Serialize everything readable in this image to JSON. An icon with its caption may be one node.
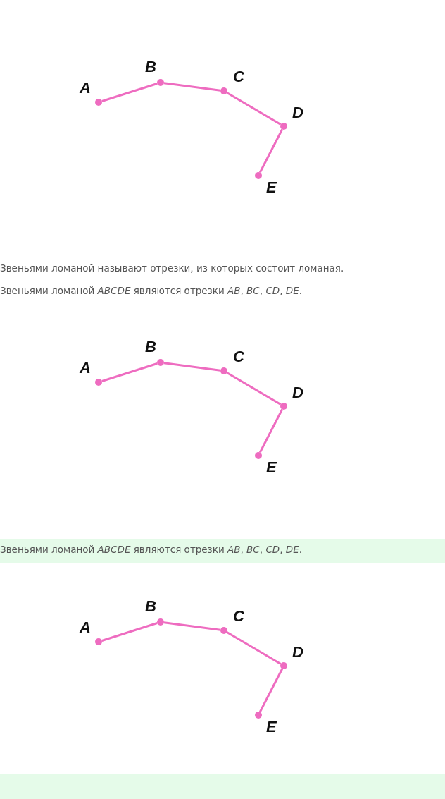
{
  "diagram": {
    "nodes": [
      {
        "text": [],
        "shape": "circle",
        "beside": [
          "A"
        ]
      },
      {
        "text": [],
        "shape": "circle",
        "beside": [
          "B"
        ]
      },
      {
        "text": [],
        "shape": "circle",
        "beside": [
          "C"
        ]
      },
      {
        "text": [],
        "shape": "circle",
        "beside": [
          "D"
        ]
      },
      {
        "text": [],
        "shape": "circle",
        "beside": [
          "E"
        ]
      },
      {
        "text": [],
        "shape": "circle",
        "beside": [
          "A"
        ]
      },
      {
        "text": [],
        "shape": "circle",
        "beside": [
          "B"
        ]
      },
      {
        "text": [],
        "shape": "circle",
        "beside": [
          "C"
        ]
      },
      {
        "text": [],
        "shape": "circle",
        "beside": [
          "D"
        ]
      },
      {
        "text": [],
        "shape": "circle",
        "beside": [
          "E"
        ]
      },
      {
        "text": [],
        "shape": "circle",
        "beside": [
          "A"
        ]
      },
      {
        "text": [],
        "shape": "circle",
        "beside": [
          "B"
        ]
      },
      {
        "text": [],
        "shape": "circle",
        "beside": [
          "C"
        ]
      },
      {
        "text": [],
        "shape": "circle",
        "beside": [
          "D"
        ]
      },
      {
        "text": [],
        "shape": "circle",
        "beside": [
          "E"
        ]
      }
    ],
    "edges": [
      {
        "from": 0,
        "to": 1,
        "arrow": "none"
      },
      {
        "from": 1,
        "to": 2,
        "arrow": "none"
      },
      {
        "from": 2,
        "to": 3,
        "arrow": "none"
      },
      {
        "from": 3,
        "to": 4,
        "arrow": "none"
      },
      {
        "from": 5,
        "to": 6,
        "arrow": "none"
      },
      {
        "from": 6,
        "to": 7,
        "arrow": "none"
      },
      {
        "from": 7,
        "to": 8,
        "arrow": "none"
      },
      {
        "from": 8,
        "to": 9,
        "arrow": "none"
      },
      {
        "from": 10,
        "to": 11,
        "arrow": "none"
      },
      {
        "from": 11,
        "to": 12,
        "arrow": "none"
      },
      {
        "from": 12,
        "to": 13,
        "arrow": "none"
      },
      {
        "from": 13,
        "to": 14,
        "arrow": "none"
      }
    ],
    "labels": [
      "Звеньями ломаной называют отрезки, из которых состоит ломаная.",
      "Звеньями ломаной *ABCDE* являются отрезки *AB*, *BC*, *CD*, *DE*.",
      "Звеньями ломаной *ABCDE* являются отрезки *AB*, *BC*, *CD*, *DE*."
    ]
  }
}
